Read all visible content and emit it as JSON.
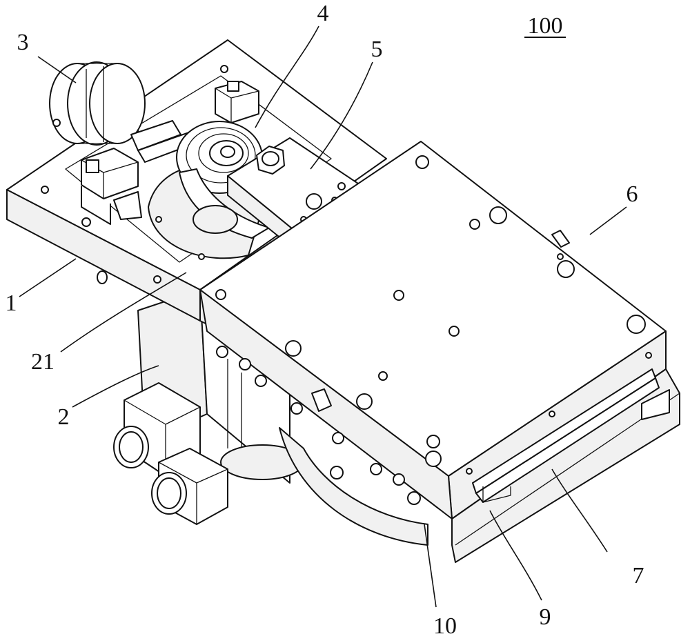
{
  "figure": {
    "reference": "100",
    "labels": {
      "l1": "1",
      "l2": "2",
      "l3": "3",
      "l4": "4",
      "l5": "5",
      "l6": "6",
      "l7": "7",
      "l9": "9",
      "l10": "10",
      "l21": "21"
    }
  },
  "style": {
    "line_color": "#111111",
    "background": "#ffffff"
  }
}
